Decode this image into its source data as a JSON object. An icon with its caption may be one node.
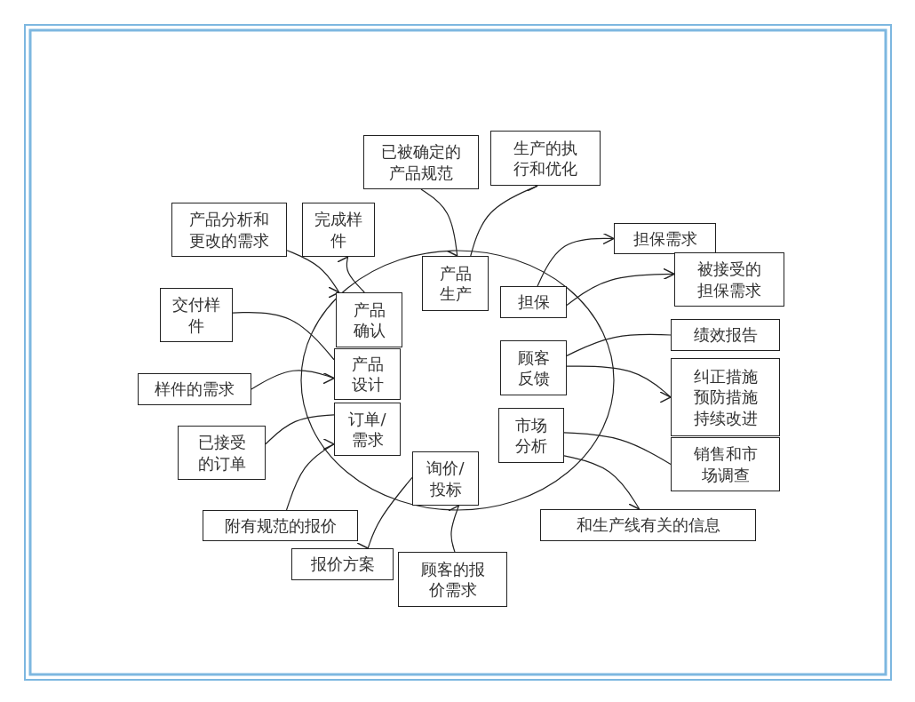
{
  "diagram": {
    "nodes": [
      {
        "text": [
          "已被确定的产品规范"
        ]
      },
      {
        "text": [
          "生产的执行和优化"
        ]
      },
      {
        "text": [
          "产品分析和更改的需求"
        ]
      },
      {
        "text": [
          "完成样件"
        ]
      },
      {
        "text": [
          "产品生产"
        ]
      },
      {
        "text": [
          "担保需求"
        ]
      },
      {
        "text": [
          "被接受的担保需求"
        ]
      },
      {
        "text": [
          "担保"
        ]
      },
      {
        "text": [
          "交付样件"
        ]
      },
      {
        "text": [
          "产品确认"
        ]
      },
      {
        "text": [
          "绩效报告"
        ]
      },
      {
        "text": [
          "产品设计"
        ]
      },
      {
        "text": [
          "顾客反馈"
        ]
      },
      {
        "text": [
          "纠正措施预防措施持续改进"
        ]
      },
      {
        "text": [
          "样件的需求"
        ]
      },
      {
        "text": [
          "订单/需求"
        ]
      },
      {
        "text": [
          "市场分析"
        ]
      },
      {
        "text": [
          "销售和市场调查"
        ]
      },
      {
        "text": [
          "已接受的订单"
        ]
      },
      {
        "text": [
          "询价/投标"
        ]
      },
      {
        "text": [
          "附有规范的报价"
        ]
      },
      {
        "text": [
          "和生产线有关的信息"
        ]
      },
      {
        "text": [
          "报价方案"
        ]
      },
      {
        "text": [
          "顾客的报价需求"
        ]
      }
    ],
    "edges": [
      {
        "from": 2,
        "to": 9,
        "arrow": "to"
      },
      {
        "from": 9,
        "to": 3,
        "arrow": "to"
      },
      {
        "from": 0,
        "to": 4,
        "arrow": "to"
      },
      {
        "from": 4,
        "to": 1,
        "arrow": "to"
      },
      {
        "from": 11,
        "to": 8,
        "arrow": "to"
      },
      {
        "from": 14,
        "to": 11,
        "arrow": "to"
      },
      {
        "from": 15,
        "to": 18,
        "arrow": "to"
      },
      {
        "from": 20,
        "to": 15,
        "arrow": "to"
      },
      {
        "from": 19,
        "to": 22,
        "arrow": "to"
      },
      {
        "from": 23,
        "to": 19,
        "arrow": "to"
      },
      {
        "from": 7,
        "to": 5,
        "arrow": "to"
      },
      {
        "from": 7,
        "to": 6,
        "arrow": "to"
      },
      {
        "from": 10,
        "to": 12,
        "arrow": "to"
      },
      {
        "from": 12,
        "to": 13,
        "arrow": "to"
      },
      {
        "from": 17,
        "to": 16,
        "arrow": "to"
      },
      {
        "from": 16,
        "to": 21,
        "arrow": "to"
      }
    ]
  }
}
